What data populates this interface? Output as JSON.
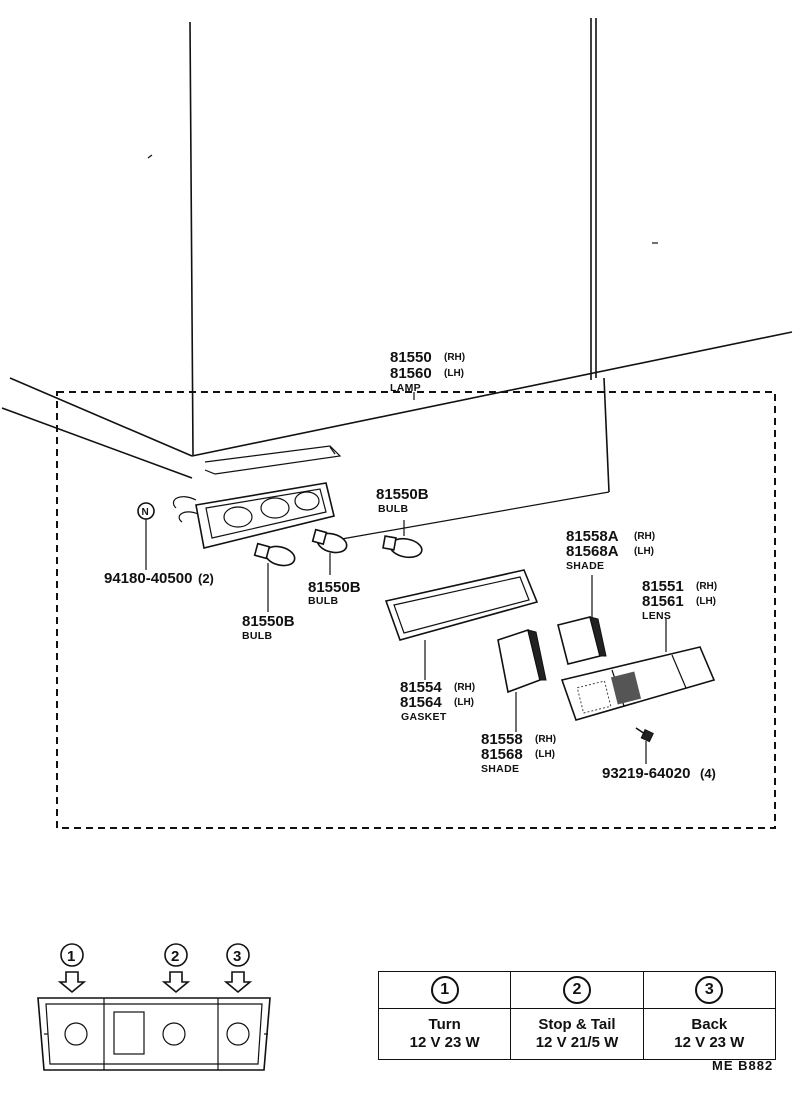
{
  "parts": {
    "lamp": {
      "rh": "81550",
      "rh_side": "(RH)",
      "lh": "81560",
      "lh_side": "(LH)",
      "name": "LAMP"
    },
    "bulb_upper": {
      "num": "81550B",
      "name": "BULB"
    },
    "bulb_mid": {
      "num": "81550B",
      "name": "BULB"
    },
    "bulb_low": {
      "num": "81550B",
      "name": "BULB"
    },
    "screw_left": {
      "num": "94180-40500",
      "qty": "(2)",
      "marker": "N"
    },
    "shade_a": {
      "rh": "81558A",
      "rh_side": "(RH)",
      "lh": "81568A",
      "lh_side": "(LH)",
      "name": "SHADE"
    },
    "lens": {
      "rh": "81551",
      "rh_side": "(RH)",
      "lh": "81561",
      "lh_side": "(LH)",
      "name": "LENS"
    },
    "gasket": {
      "rh": "81554",
      "rh_side": "(RH)",
      "lh": "81564",
      "lh_side": "(LH)",
      "name": "GASKET"
    },
    "shade": {
      "rh": "81558",
      "rh_side": "(RH)",
      "lh": "81568",
      "lh_side": "(LH)",
      "name": "SHADE"
    },
    "screw_right": {
      "num": "93219-64020",
      "qty": "(4)"
    }
  },
  "bulb_legend": {
    "markers": [
      "1",
      "2",
      "3"
    ],
    "columns": [
      {
        "marker": "1",
        "function": "Turn",
        "spec": "12 V 23 W"
      },
      {
        "marker": "2",
        "function": "Stop & Tail",
        "spec": "12 V 21/5 W"
      },
      {
        "marker": "3",
        "function": "Back",
        "spec": "12 V 23 W"
      }
    ]
  },
  "ref_code": "ME  B882"
}
